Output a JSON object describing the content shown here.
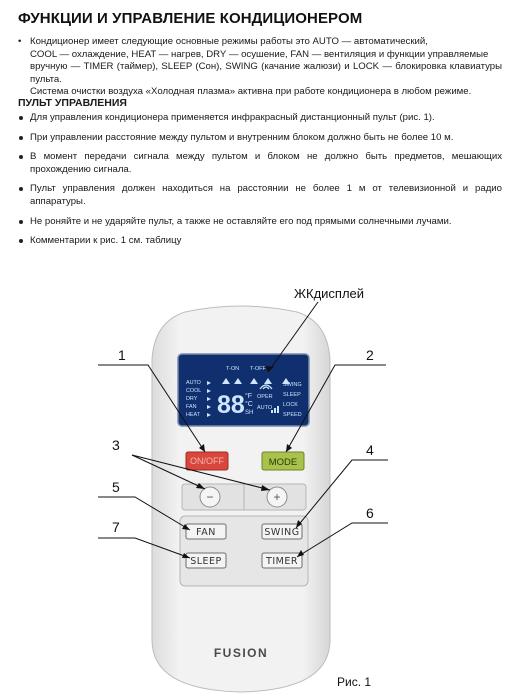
{
  "header": {
    "title": "ФУНКЦИИ И УПРАВЛЕНИЕ КОНДИЦИОНЕРОМ",
    "intro_line1": "Кондиционер имеет следующие основные режимы работы это AUTO — автоматический,",
    "intro_line2": "COOL — охлаждение, HEAT — нагрев, DRY — осушение, FAN — вентиляция и функции управляемые",
    "intro_line3": "вручную — TIMER (таймер), SLEEP (Сон), SWING (качание жалюзи) и LOCK — блокировка клавиатуры пульта.",
    "intro_line4": "Система очистки воздуха «Холодная плазма» активна при работе кондиционера в любом режиме."
  },
  "remote_section": {
    "title": "ПУЛЬТ УПРАВЛЕНИЯ",
    "items": [
      "Для управления кондиционера применяется инфракрасный дистанционный пульт (рис. 1).",
      "При управлении расстояние между пультом и внутренним блоком должно быть не более 10 м.",
      "В момент передачи сигнала между пультом и блоком не должно быть предметов, мешающих прохождению сигнала.",
      "Пульт управления должен находиться на расстоянии не более 1 м от телевизионной и радио аппаратуры.",
      "Не роняйте и не ударяйте пульт, а также не оставляйте его под прямыми солнечными лучами.",
      "Комментарии к рис. 1 см. таблицу"
    ]
  },
  "figure": {
    "display_label": "ЖКдисплей",
    "caption": "Рис. 1",
    "callouts": [
      "1",
      "2",
      "3",
      "4",
      "5",
      "6",
      "7"
    ],
    "brand": "FUSION",
    "buttons": {
      "onoff": "ON/OFF",
      "mode": "MODE",
      "minus": "−",
      "plus": "+",
      "fan": "FAN",
      "swing": "SWING",
      "sleep": "SLEEP",
      "timer": "TIMER"
    },
    "lcd": {
      "timer_on": "T-ON",
      "timer_off": "T-OFF",
      "modes": [
        "AUTO",
        "COOL",
        "DRY",
        "FAN",
        "HEAT"
      ],
      "digits": "88",
      "unit_c": "°C",
      "unit_f": "°F",
      "extra_left": "SH",
      "oper": "OPER",
      "auto": "AUTO",
      "functions": [
        "SWING",
        "SLEEP",
        "LOCK",
        "SPEED"
      ]
    },
    "colors": {
      "onoff": "#d9473c",
      "mode": "#a9c24b",
      "body": "#ececec",
      "lcd": "#0f2f6e"
    }
  }
}
